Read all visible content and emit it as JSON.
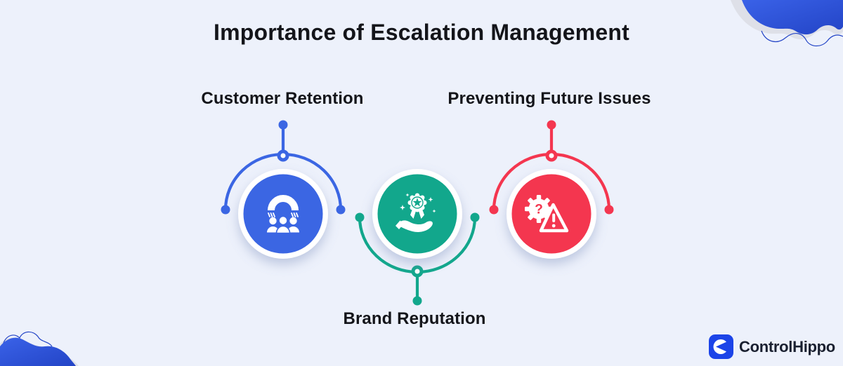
{
  "title": "Importance of Escalation Management",
  "items": [
    {
      "id": "customer-retention",
      "label": "Customer Retention",
      "icon": "magnet-customers-icon",
      "color_key": "blue",
      "label_position": "top"
    },
    {
      "id": "brand-reputation",
      "label": "Brand Reputation",
      "icon": "award-hand-icon",
      "color_key": "green",
      "label_position": "bottom"
    },
    {
      "id": "preventing-future-issues",
      "label": "Preventing Future Issues",
      "icon": "gear-warning-icon",
      "color_key": "red",
      "label_position": "top"
    }
  ],
  "brand": {
    "name": "ControlHippo"
  },
  "colors": {
    "background": "#EDF1FB",
    "blue": "#3B66E3",
    "green": "#12A78C",
    "red": "#F4364F",
    "text": "#14151A",
    "logo_blue": "#1C44E8",
    "blob_blue_1": "#3A62E8",
    "blob_blue_2": "#2344C6",
    "blob_gray": "#DEE0E8"
  }
}
